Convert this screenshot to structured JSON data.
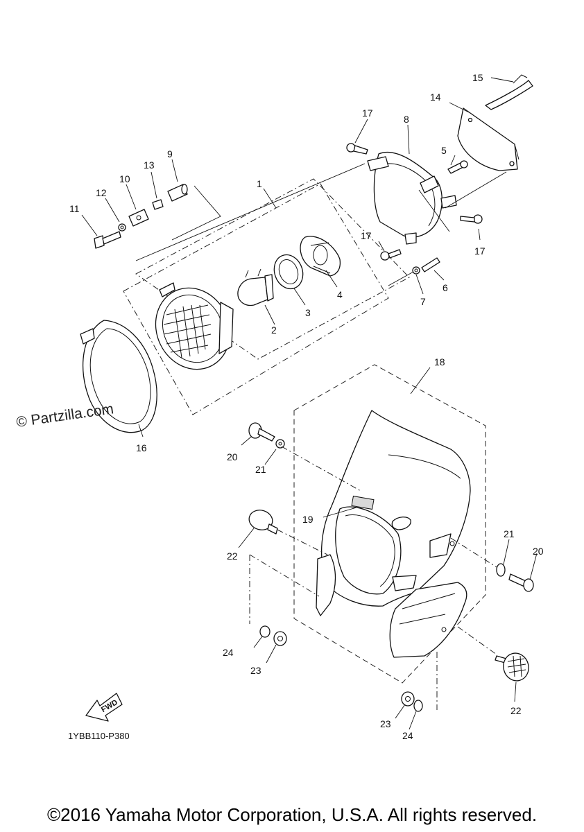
{
  "diagram": {
    "callouts": [
      "1",
      "2",
      "3",
      "4",
      "5",
      "6",
      "7",
      "8",
      "9",
      "10",
      "11",
      "12",
      "13",
      "14",
      "15",
      "16",
      "17",
      "17",
      "17",
      "18",
      "19",
      "20",
      "20",
      "21",
      "21",
      "22",
      "22",
      "23",
      "23",
      "24",
      "24"
    ],
    "direction_badge": "FWD",
    "diagram_code": "1YBB110-P380"
  },
  "watermark": "© Partzilla.com",
  "copyright": "©2016 Yamaha Motor Corporation, U.S.A. All rights reserved."
}
